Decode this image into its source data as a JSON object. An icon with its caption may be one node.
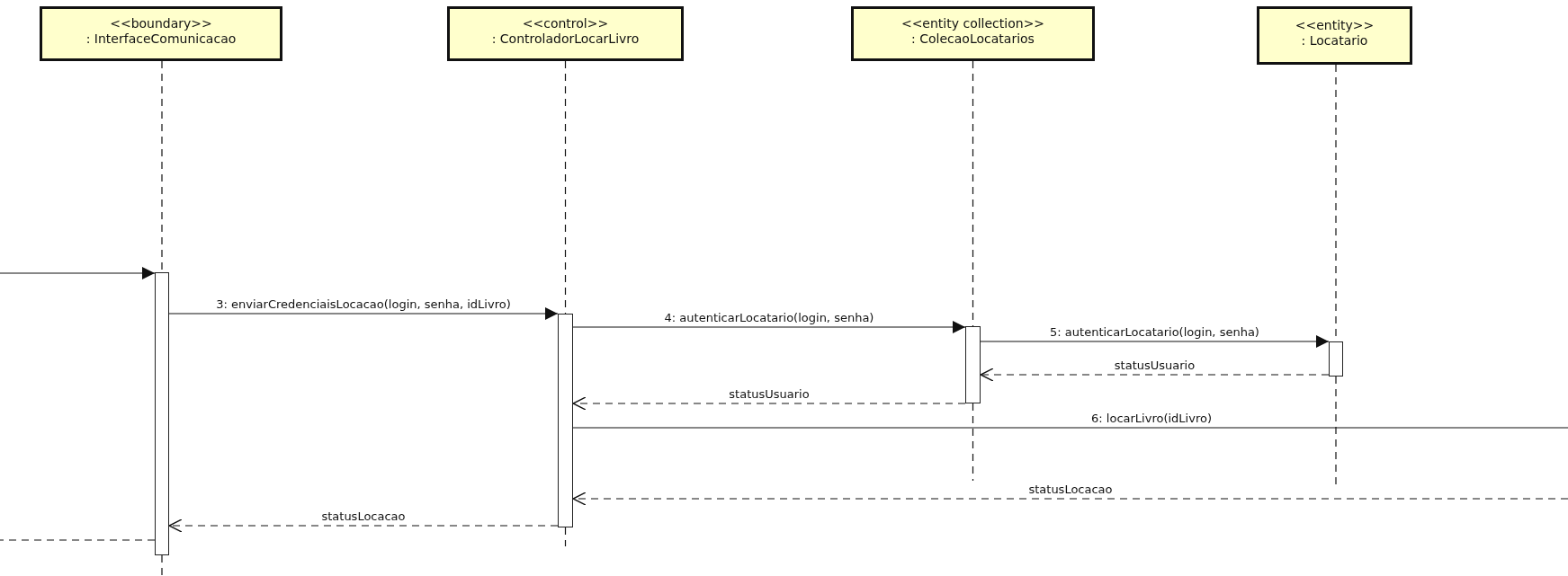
{
  "diagram": {
    "nodes": [
      {
        "text": [
          "<<boundary>>",
          ": InterfaceComunicacao"
        ]
      },
      {
        "text": [
          "<<control>>",
          ": ControladorLocarLivro"
        ]
      },
      {
        "text": [
          "<<entity collection>>",
          ": ColecaoLocatarios"
        ]
      },
      {
        "text": [
          "<<entity>>",
          ": Locatario"
        ]
      },
      {
        "text": [],
        "shape": "bar"
      },
      {
        "text": [],
        "shape": "bar"
      },
      {
        "text": [],
        "shape": "bar"
      },
      {
        "text": [],
        "shape": "bar"
      }
    ],
    "edges": [
      {
        "from": null,
        "to": 4,
        "arrow": "to"
      },
      {
        "from": 4,
        "to": 5,
        "arrow": "to",
        "label": "3: enviarCredenciaisLocacao(login, senha, idLivro)"
      },
      {
        "from": 5,
        "to": 6,
        "arrow": "to",
        "label": "4: autenticarLocatario(login, senha)"
      },
      {
        "from": 6,
        "to": 7,
        "arrow": "to",
        "label": "5: autenticarLocatario(login, senha)"
      },
      {
        "from": 7,
        "to": 6,
        "arrow": "to",
        "label": "statusUsuario",
        "style": "dashed"
      },
      {
        "from": 6,
        "to": 5,
        "arrow": "to",
        "label": "statusUsuario",
        "style": "dashed"
      },
      {
        "from": 5,
        "to": null,
        "arrow": "none",
        "label": "6: locarLivro(idLivro)"
      },
      {
        "from": null,
        "to": 5,
        "arrow": "to",
        "label": "statusLocacao",
        "style": "dashed"
      },
      {
        "from": 5,
        "to": 4,
        "arrow": "to",
        "label": "statusLocacao",
        "style": "dashed"
      },
      {
        "from": 4,
        "to": null,
        "arrow": "none",
        "style": "dashed"
      },
      {
        "from": 0,
        "to": 4,
        "arrow": "none",
        "style": "dashed"
      },
      {
        "from": 1,
        "to": 5,
        "arrow": "none",
        "style": "dashed"
      },
      {
        "from": 2,
        "to": 6,
        "arrow": "none",
        "style": "dashed"
      },
      {
        "from": 3,
        "to": 7,
        "arrow": "none",
        "style": "dashed"
      }
    ]
  }
}
